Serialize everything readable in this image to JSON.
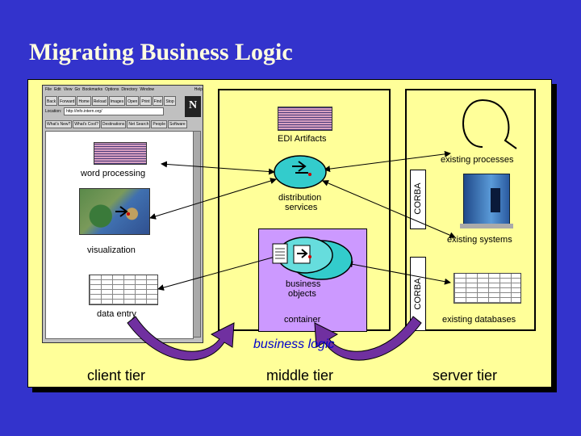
{
  "title": "Migrating Business Logic",
  "labels": {
    "edi_artifacts": "EDI Artifacts",
    "existing_processes": "existing processes",
    "word_processing": "word processing",
    "distribution_services": [
      "distribution",
      "services"
    ],
    "corba": "CORBA",
    "existing_systems": "existing systems",
    "visualization": "visualization",
    "business_objects": [
      "business",
      "objects"
    ],
    "data_entry": "data entry",
    "container": "container",
    "existing_databases": "existing databases",
    "business_logic": "business logic"
  },
  "tiers": {
    "client": "client tier",
    "middle": "middle tier",
    "server": "server tier"
  },
  "browser": {
    "menu": [
      "File",
      "Edit",
      "View",
      "Go",
      "Bookmarks",
      "Options",
      "Directory",
      "Window",
      "Help"
    ],
    "toolbar": [
      "Back",
      "Forward",
      "Home",
      "Reload",
      "Images",
      "Open",
      "Print",
      "Find",
      "Stop"
    ],
    "location_label": "Location:",
    "location_value": "http://info.intern.org/",
    "buttons": [
      "What's New?",
      "What's Cool?",
      "Destinations",
      "Net Search",
      "People",
      "Software"
    ]
  },
  "colors": {
    "background": "#3333cc",
    "panel": "#ffff99",
    "title": "#fffde0",
    "business_logic_text": "#0000cc",
    "arrow": "#7030a0",
    "object_fill": "#33cccc",
    "container_fill": "#cc99ff"
  }
}
